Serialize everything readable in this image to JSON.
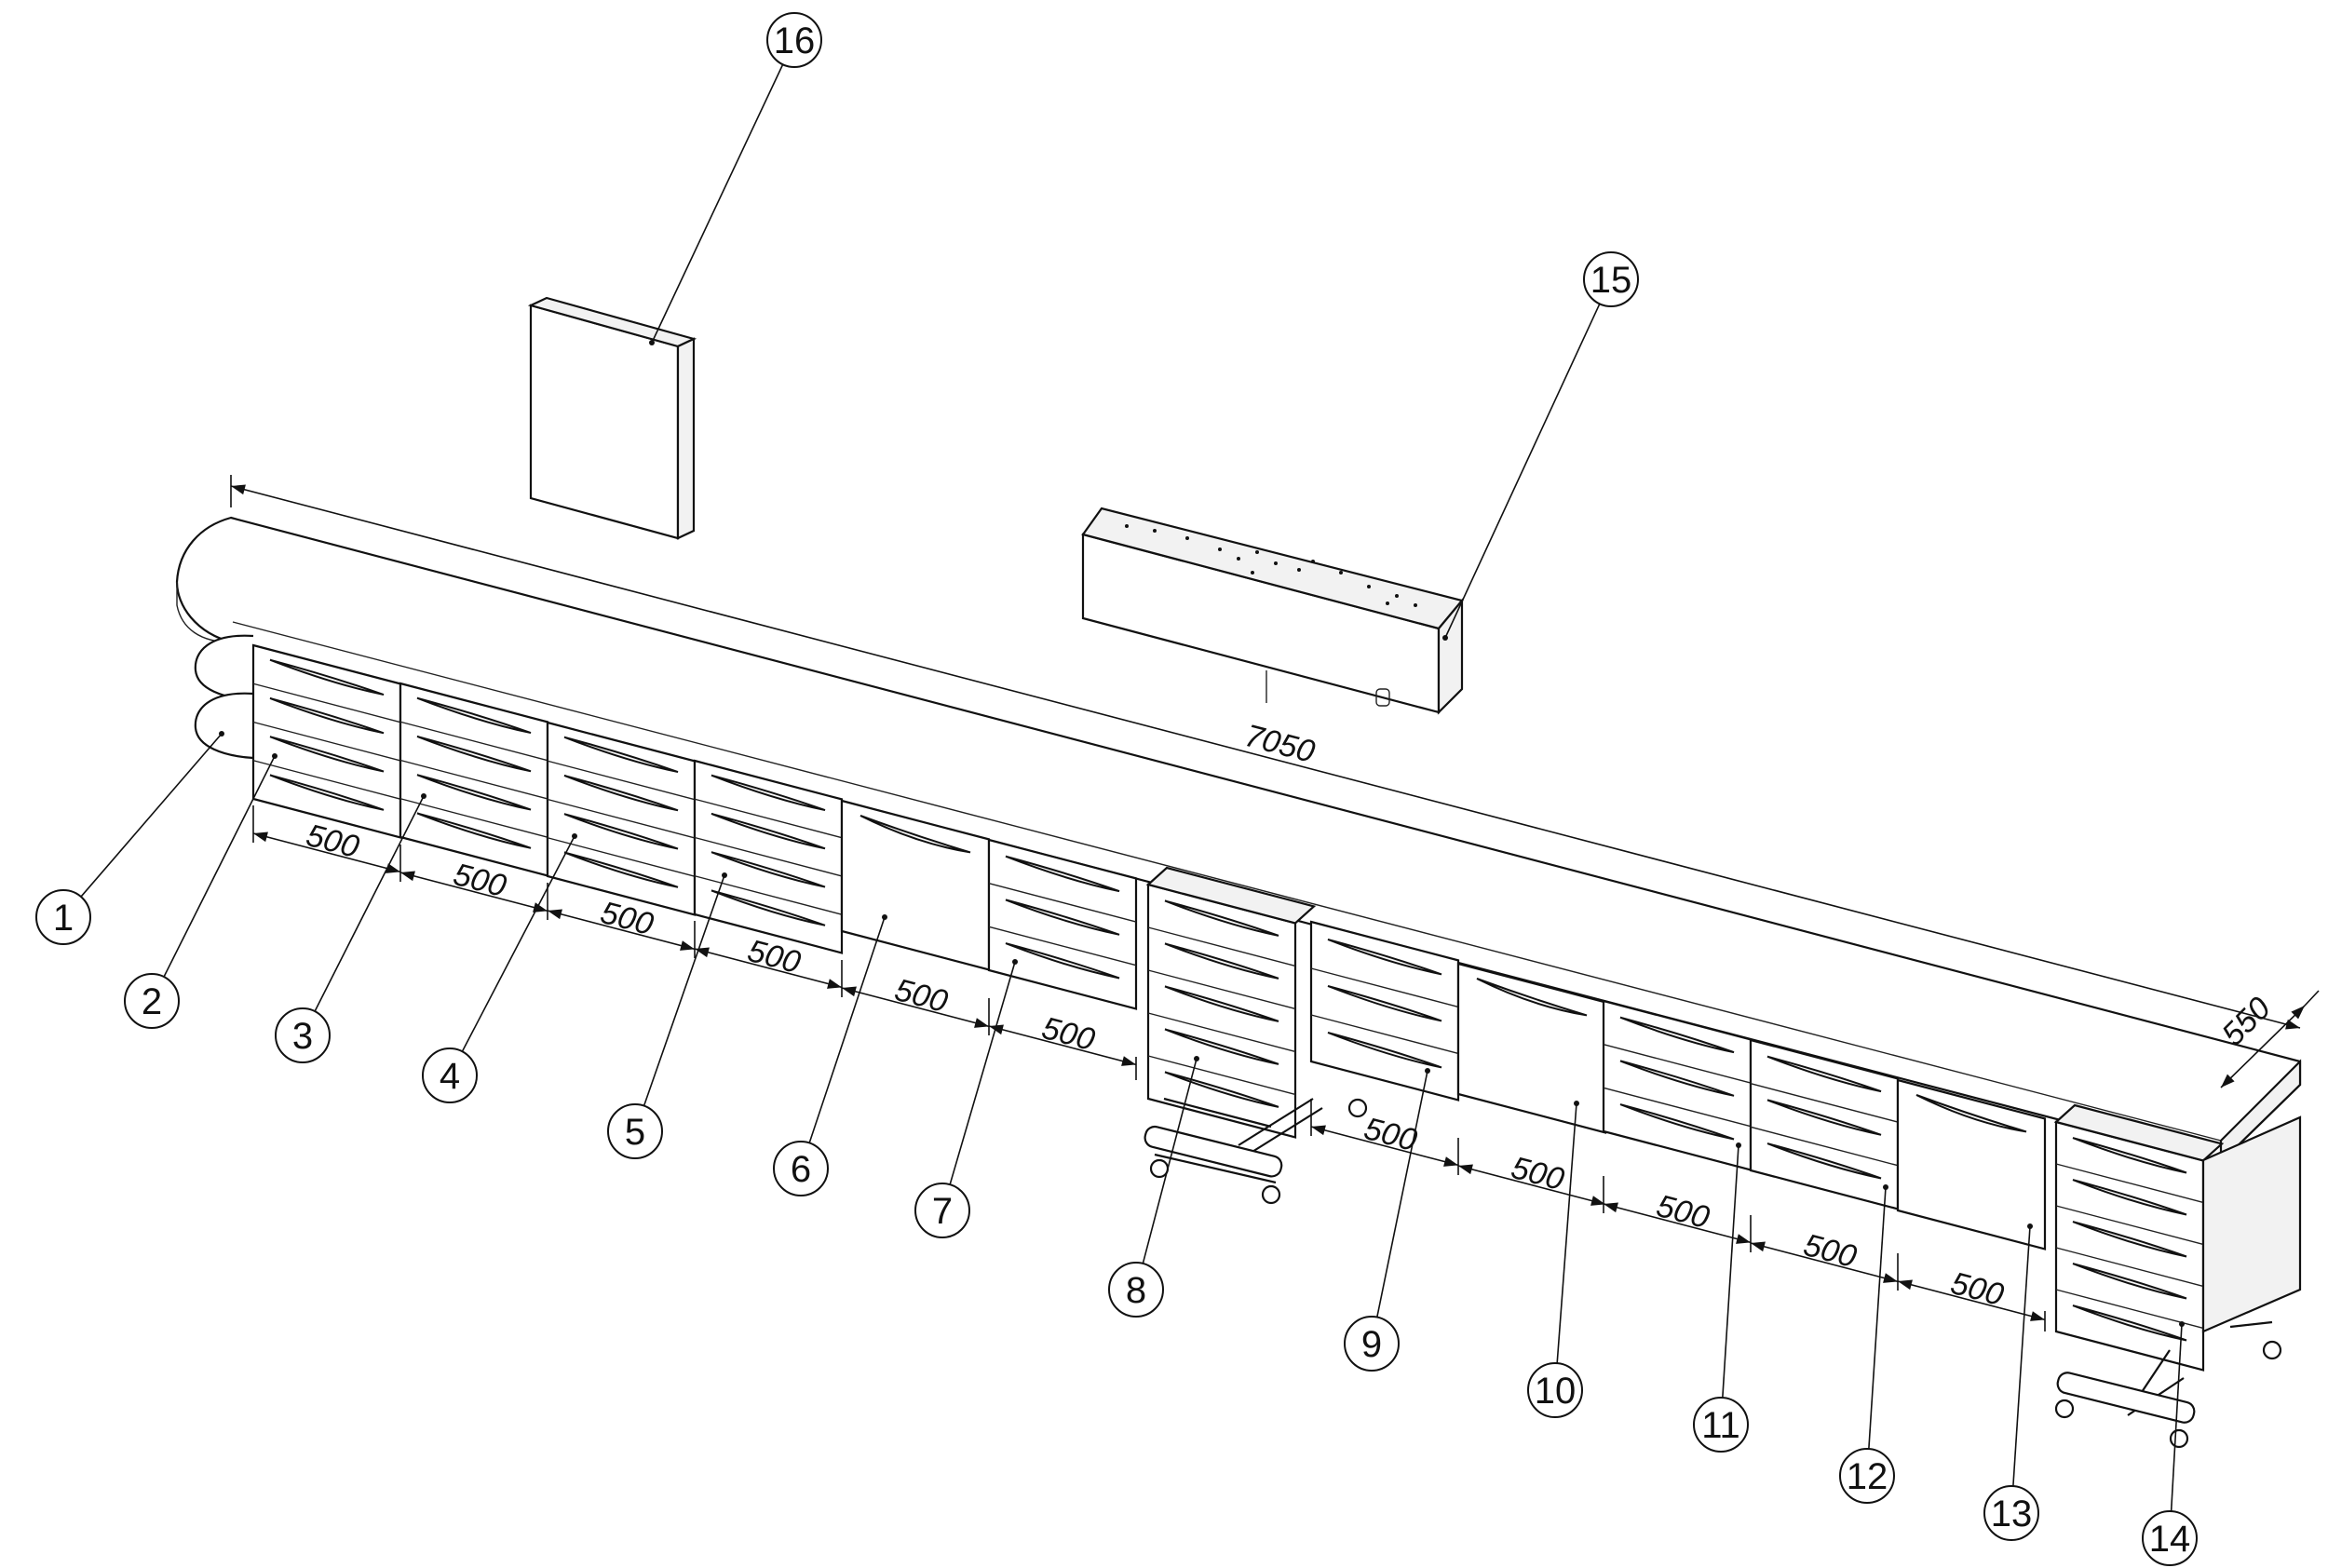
{
  "dimensions": {
    "total_length": "7050",
    "depth": "550",
    "module_width": "500"
  },
  "callouts": [
    "1",
    "2",
    "3",
    "4",
    "5",
    "6",
    "7",
    "8",
    "9",
    "10",
    "11",
    "12",
    "13",
    "14",
    "15",
    "16"
  ]
}
